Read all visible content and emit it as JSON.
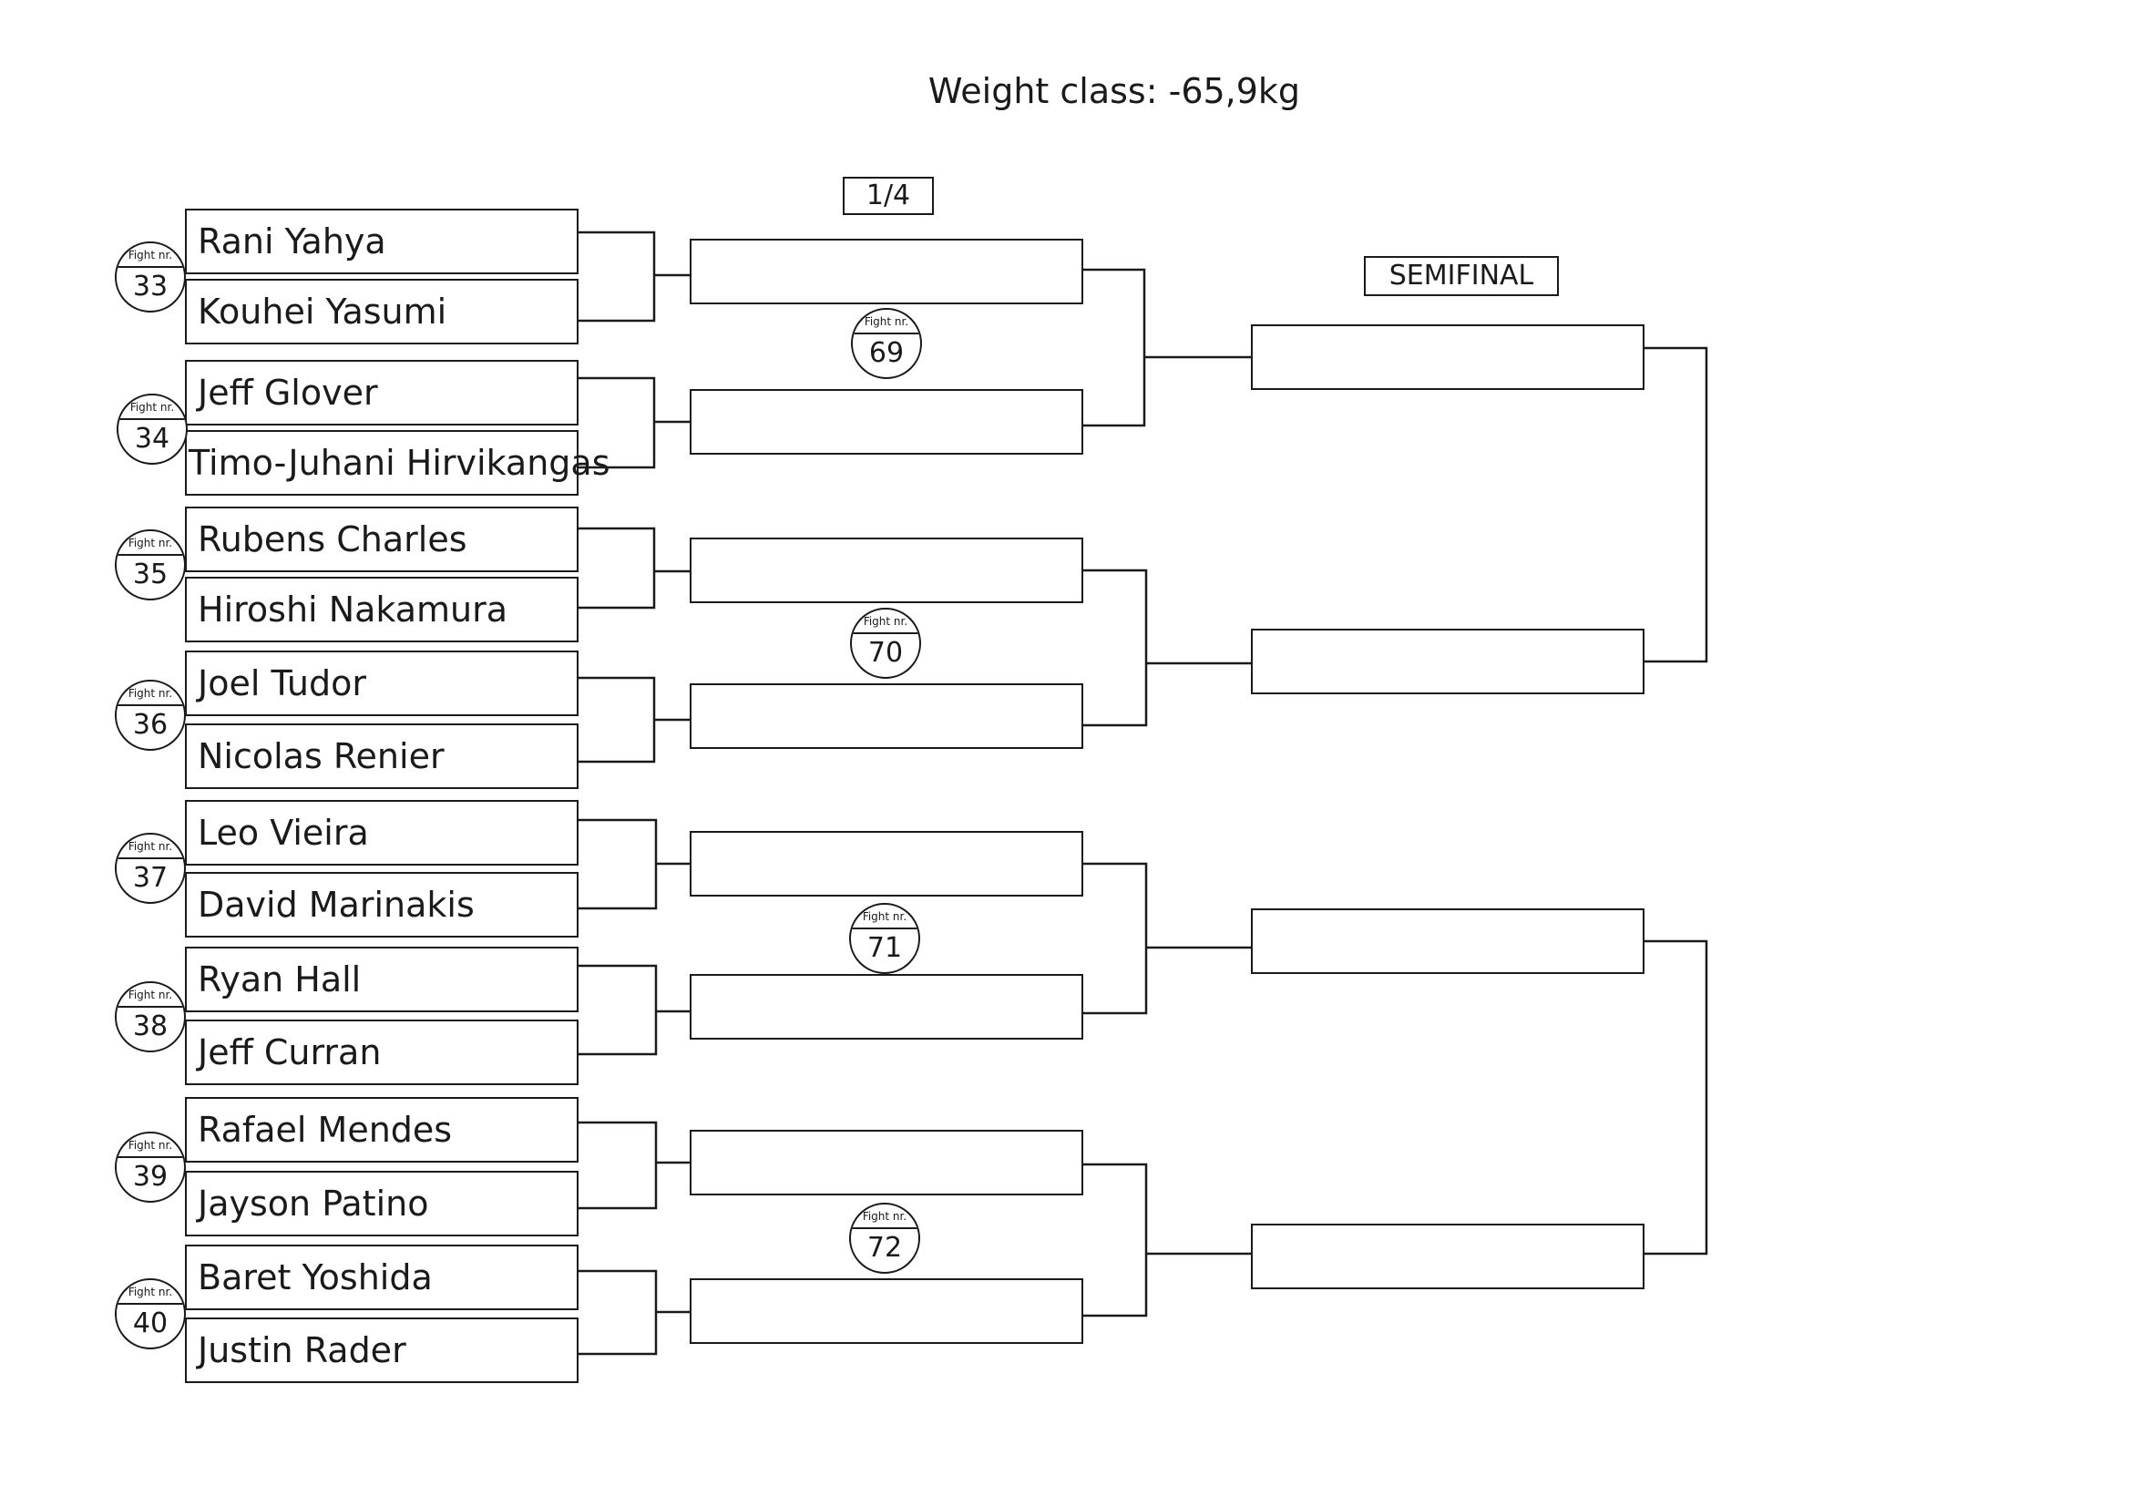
{
  "title": "Weight class: -65,9kg",
  "rounds": {
    "quarter_label": "1/4",
    "semi_label": "SEMIFINAL"
  },
  "fight_caption": "Fight nr.",
  "first_round": [
    {
      "fight": "33",
      "fighters": [
        "Rani Yahya",
        "Kouhei Yasumi"
      ]
    },
    {
      "fight": "34",
      "fighters": [
        "Jeff Glover",
        "Timo-Juhani Hirvikangas"
      ]
    },
    {
      "fight": "35",
      "fighters": [
        "Rubens Charles",
        "Hiroshi Nakamura"
      ]
    },
    {
      "fight": "36",
      "fighters": [
        "Joel Tudor",
        "Nicolas Renier"
      ]
    },
    {
      "fight": "37",
      "fighters": [
        "Leo Vieira",
        "David Marinakis"
      ]
    },
    {
      "fight": "38",
      "fighters": [
        "Ryan Hall",
        "Jeff Curran"
      ]
    },
    {
      "fight": "39",
      "fighters": [
        "Rafael Mendes",
        "Jayson Patino"
      ]
    },
    {
      "fight": "40",
      "fighters": [
        "Baret Yoshida",
        "Justin Rader"
      ]
    }
  ],
  "quarter_fights": [
    "69",
    "70",
    "71",
    "72"
  ]
}
